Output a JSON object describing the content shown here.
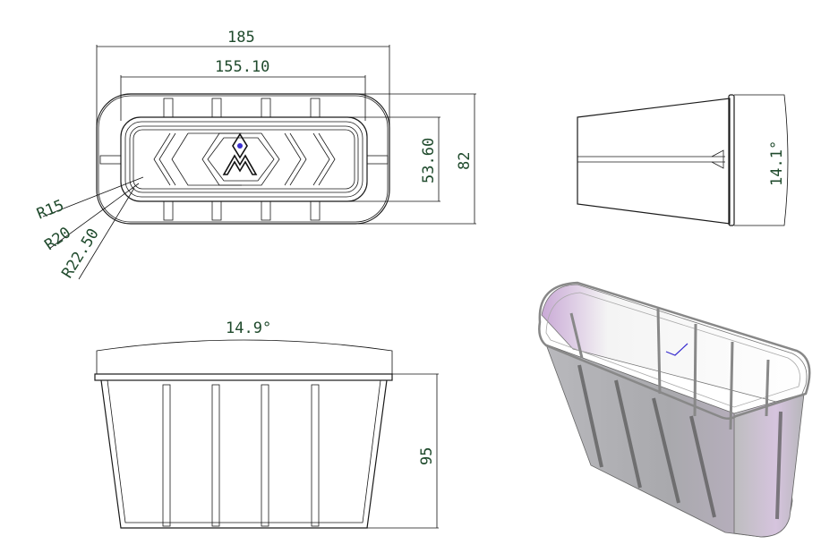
{
  "top_view": {
    "dim_length_overall": "185",
    "dim_length_inner": "155.10",
    "dim_width_inner": "53.60",
    "dim_width_overall": "82",
    "radius_1": "R15",
    "radius_2": "R20",
    "radius_3": "R22.50",
    "logo_letter": "M"
  },
  "side_view": {
    "draft_angle": "14.1°"
  },
  "front_view": {
    "draft_angle": "14.9°",
    "dim_height": "95"
  },
  "colors": {
    "dimension_text": "#1f4a2c",
    "line": "#1a1a1a",
    "logo_accent": "#3a2fd0",
    "shade_pink": "#d8bfe0"
  }
}
